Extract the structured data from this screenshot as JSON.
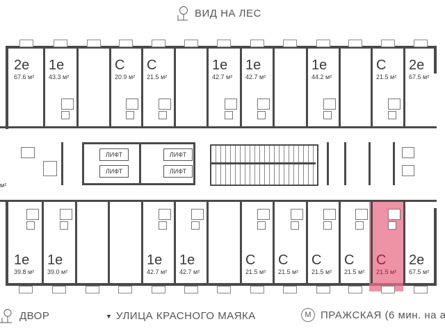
{
  "header": {
    "view_label": "ВИД НА ЛЕС",
    "icon": "tree-icon"
  },
  "top_units": [
    {
      "type": "2e",
      "area": "67.6 м²"
    },
    {
      "type": "1e",
      "area": "43.3 м²"
    },
    {
      "type": "",
      "area": ""
    },
    {
      "type": "С",
      "area": "20.9 м²"
    },
    {
      "type": "С",
      "area": "21.5 м²"
    },
    {
      "type": "",
      "area": ""
    },
    {
      "type": "1e",
      "area": "42.7 м²"
    },
    {
      "type": "1e",
      "area": "42.7 м²"
    },
    {
      "type": "",
      "area": ""
    },
    {
      "type": "1e",
      "area": "44.2 м²"
    },
    {
      "type": "",
      "area": ""
    },
    {
      "type": "С",
      "area": "21.5 м²"
    },
    {
      "type": "2e",
      "area": "67.5 м²"
    }
  ],
  "bottom_units": [
    {
      "type": "1e",
      "area": "39.8 м²"
    },
    {
      "type": "1e",
      "area": "39.0 м²"
    },
    {
      "type": "",
      "area": ""
    },
    {
      "type": "",
      "area": ""
    },
    {
      "type": "1e",
      "area": "42.7 м²"
    },
    {
      "type": "1e",
      "area": "42.7 м²"
    },
    {
      "type": "",
      "area": ""
    },
    {
      "type": "С",
      "area": "21.5 м²"
    },
    {
      "type": "С",
      "area": "21.5 м²"
    },
    {
      "type": "С",
      "area": "21.5 м²"
    },
    {
      "type": "С",
      "area": "21.5 м²"
    },
    {
      "type": "С",
      "area": "21.5 м²",
      "selected": true
    },
    {
      "type": "2e",
      "area": "67.5 м²"
    }
  ],
  "core": {
    "lift_label": "ЛИФТ",
    "partial_area": "м²"
  },
  "footer": {
    "yard_label": "ДВОР",
    "yard_icon": "tree-icon",
    "street_label": "УЛИЦА КРАСНОГО МАЯКА",
    "street_icon": "triangle-down-icon",
    "metro_label": "ПРАЖСКАЯ (6 мин. на авт",
    "metro_icon": "metro-icon",
    "metro_letter": "М"
  },
  "colors": {
    "highlight": "#e86e87",
    "wall": "#4a4a4a"
  }
}
